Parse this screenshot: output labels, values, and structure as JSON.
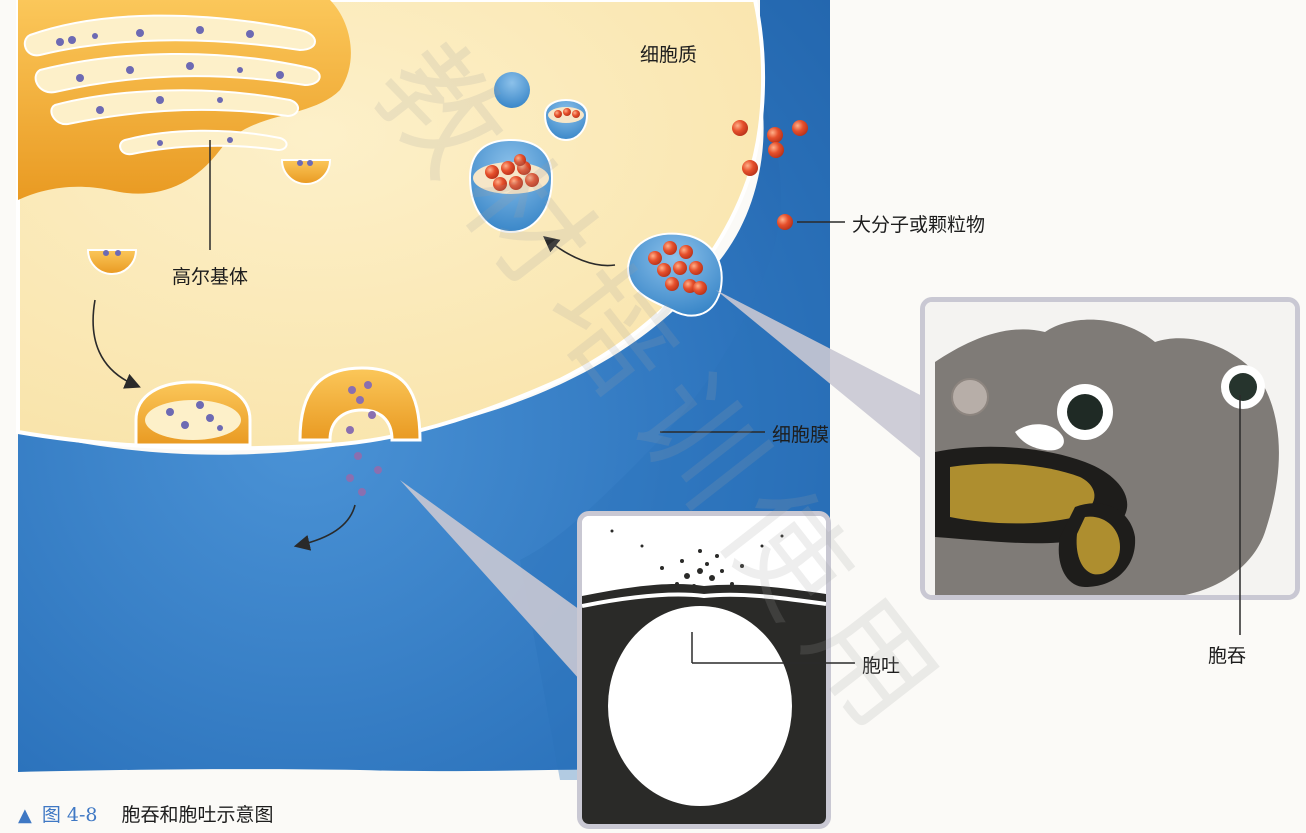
{
  "labels": {
    "cytoplasm": "细胞质",
    "golgi": "高尔基体",
    "macromolecule": "大分子或颗粒物",
    "membrane": "细胞膜",
    "exocytosis": "胞吐",
    "endocytosis": "胞吞"
  },
  "caption": {
    "figure_number": "图 4-8",
    "title": "胞吞和胞吐示意图"
  },
  "watermark": "教材培训使用",
  "colors": {
    "cytoplasm": "#fbe7b0",
    "membrane_blue": "#2f7fc4",
    "golgi_orange": "#f6b43a",
    "particle_red": "#e0452a",
    "cargo_purple": "#6d6ab3",
    "inset_border": "#c9c8d3",
    "caption_blue": "#3f78c4"
  }
}
